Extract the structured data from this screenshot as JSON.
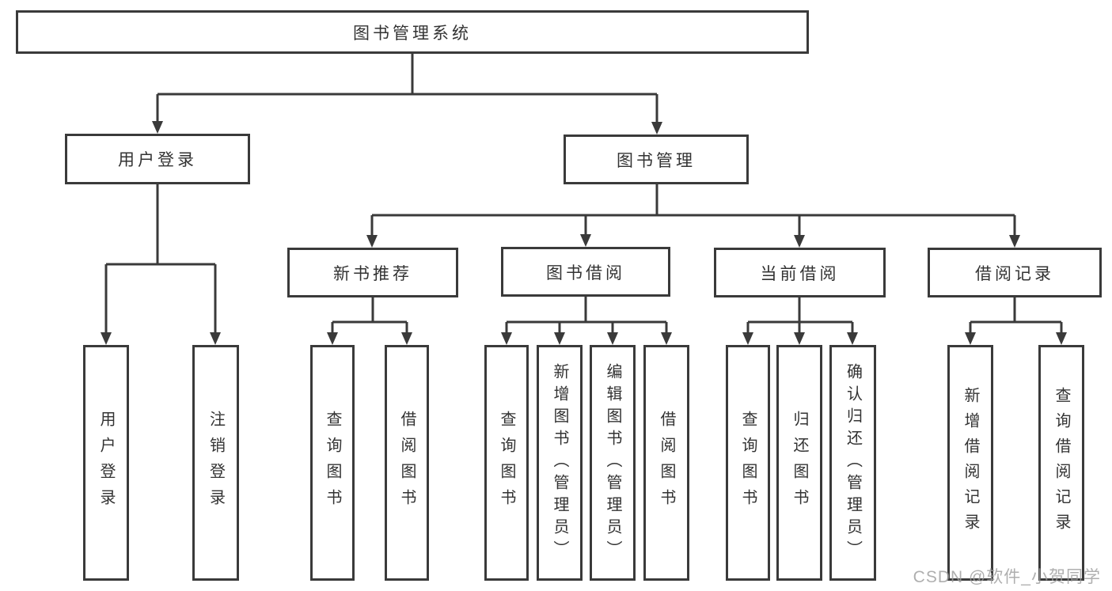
{
  "tree": {
    "label": "图书管理系统",
    "children": [
      {
        "label": "用户登录",
        "children": [
          {
            "label": "用户登录"
          },
          {
            "label": "注销登录"
          }
        ]
      },
      {
        "label": "图书管理",
        "children": [
          {
            "label": "新书推荐",
            "children": [
              {
                "label": "查询图书"
              },
              {
                "label": "借阅图书"
              }
            ]
          },
          {
            "label": "图书借阅",
            "children": [
              {
                "label": "查询图书"
              },
              {
                "label": "新增图书（管理员）"
              },
              {
                "label": "编辑图书（管理员）"
              },
              {
                "label": "借阅图书"
              }
            ]
          },
          {
            "label": "当前借阅",
            "children": [
              {
                "label": "查询图书"
              },
              {
                "label": "归还图书"
              },
              {
                "label": "确认归还（管理员）"
              }
            ]
          },
          {
            "label": "借阅记录",
            "children": [
              {
                "label": "新增借阅记录"
              },
              {
                "label": "查询借阅记录"
              }
            ]
          }
        ]
      }
    ]
  },
  "colors": {
    "line": "#3a3a3a",
    "text": "#333333",
    "watermark": "#9e9e9e"
  },
  "watermark": {
    "text": "CSDN @软件_小贺同学"
  }
}
